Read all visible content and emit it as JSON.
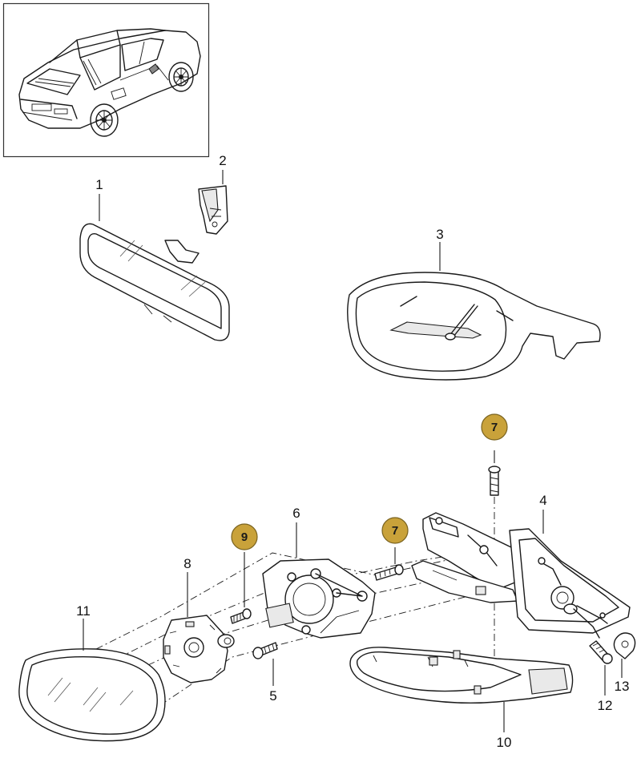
{
  "callouts": {
    "c1": "1",
    "c2": "2",
    "c3": "3",
    "c4": "4",
    "c5": "5",
    "c6": "6",
    "c7a": "7",
    "c7b": "7",
    "c8": "8",
    "c9": "9",
    "c10": "10",
    "c11": "11",
    "c12": "12",
    "c13": "13"
  },
  "colors": {
    "badge_fill": "#c9a23a",
    "badge_stroke": "#7a6320",
    "line": "#1a1a1a"
  }
}
